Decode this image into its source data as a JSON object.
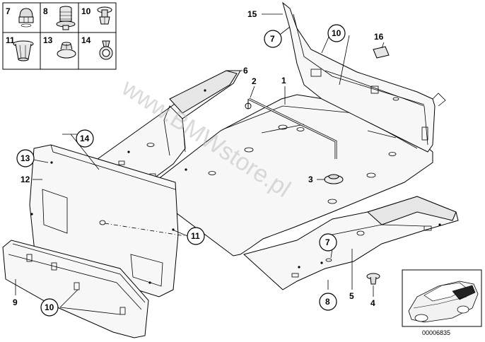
{
  "watermark": "www.BMWstore.pl",
  "diagram_number": "00006835",
  "legend": [
    {
      "num": "7",
      "icon": "cap-nut-icon"
    },
    {
      "num": "8",
      "icon": "grommet-icon"
    },
    {
      "num": "10",
      "icon": "push-rivet-icon"
    },
    {
      "num": "11",
      "icon": "expanding-clip-icon"
    },
    {
      "num": "13",
      "icon": "flange-nut-icon"
    },
    {
      "num": "14",
      "icon": "push-button-clip-icon"
    }
  ],
  "callouts": [
    {
      "num": "1",
      "circled": false
    },
    {
      "num": "2",
      "circled": false
    },
    {
      "num": "3",
      "circled": false
    },
    {
      "num": "4",
      "circled": false
    },
    {
      "num": "5",
      "circled": false
    },
    {
      "num": "6",
      "circled": false
    },
    {
      "num": "7",
      "circled": true
    },
    {
      "num": "7",
      "circled": true
    },
    {
      "num": "8",
      "circled": true
    },
    {
      "num": "9",
      "circled": false
    },
    {
      "num": "10",
      "circled": true
    },
    {
      "num": "10",
      "circled": true
    },
    {
      "num": "11",
      "circled": true
    },
    {
      "num": "12",
      "circled": false
    },
    {
      "num": "13",
      "circled": true
    },
    {
      "num": "14",
      "circled": true
    },
    {
      "num": "15",
      "circled": false
    },
    {
      "num": "16",
      "circled": false
    }
  ]
}
